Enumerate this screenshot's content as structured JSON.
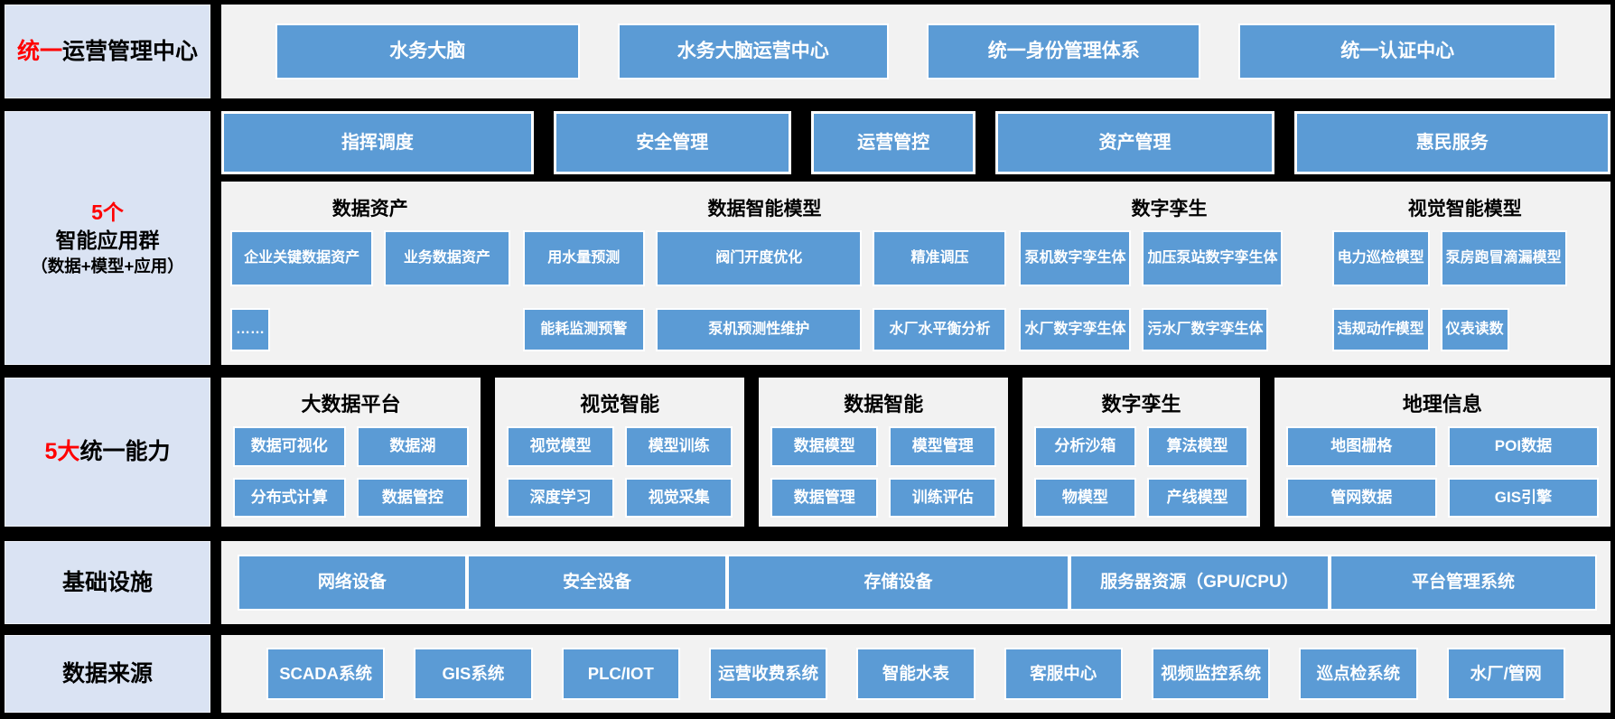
{
  "colors": {
    "background": "#000000",
    "accent_blue": "#5b9bd5",
    "panel_gray": "#f2f2f2",
    "label_lavender": "#dae3f3",
    "accent_red": "#ff0000",
    "box_text": "#ffffff"
  },
  "row1": {
    "label_red": "统一",
    "label_rest": "运营管理中心",
    "boxes": [
      "水务大脑",
      "水务大脑运营中心",
      "统一身份管理体系",
      "统一认证中心"
    ]
  },
  "row2": {
    "label_line1": "5个",
    "label_line2": "智能应用群",
    "label_line3": "（数据+模型+应用）",
    "headers": [
      "指挥调度",
      "安全管理",
      "运营管控",
      "资产管理",
      "惠民服务"
    ],
    "groups": {
      "data_assets": {
        "title": "数据资产",
        "r1": [
          "企业关键数据资产",
          "业务数据资产"
        ],
        "r2": [
          "……"
        ]
      },
      "data_models": {
        "title": "数据智能模型",
        "r1": [
          "用水量预测",
          "阀门开度优化",
          "精准调压"
        ],
        "r2": [
          "能耗监测预警",
          "泵机预测性维护",
          "水厂水平衡分析"
        ]
      },
      "digital_twin": {
        "title": "数字孪生",
        "r1": [
          "泵机数字孪生体",
          "加压泵站数字孪生体"
        ],
        "r2": [
          "水厂数字孪生体",
          "污水厂数字孪生体"
        ]
      },
      "vision_models": {
        "title": "视觉智能模型",
        "r1": [
          "电力巡检模型",
          "泵房跑冒滴漏模型"
        ],
        "r2": [
          "违规动作模型",
          "仪表读数"
        ]
      }
    }
  },
  "row3": {
    "label_red": "5大",
    "label_rest": "统一能力",
    "panels": [
      {
        "title": "大数据平台",
        "items": [
          "数据可视化",
          "数据湖",
          "分布式计算",
          "数据管控"
        ]
      },
      {
        "title": "视觉智能",
        "items": [
          "视觉模型",
          "模型训练",
          "深度学习",
          "视觉采集"
        ]
      },
      {
        "title": "数据智能",
        "items": [
          "数据模型",
          "模型管理",
          "数据管理",
          "训练评估"
        ]
      },
      {
        "title": "数字孪生",
        "items": [
          "分析沙箱",
          "算法模型",
          "物模型",
          "产线模型"
        ]
      },
      {
        "title": "地理信息",
        "items": [
          "地图栅格",
          "POI数据",
          "管网数据",
          "GIS引擎"
        ]
      }
    ]
  },
  "row4": {
    "label": "基础设施",
    "boxes": [
      "网络设备",
      "安全设备",
      "存储设备",
      "服务器资源（GPU/CPU）",
      "平台管理系统"
    ]
  },
  "row5": {
    "label": "数据来源",
    "boxes": [
      "SCADA系统",
      "GIS系统",
      "PLC/IOT",
      "运营收费系统",
      "智能水表",
      "客服中心",
      "视频监控系统",
      "巡点检系统",
      "水厂/管网"
    ]
  }
}
